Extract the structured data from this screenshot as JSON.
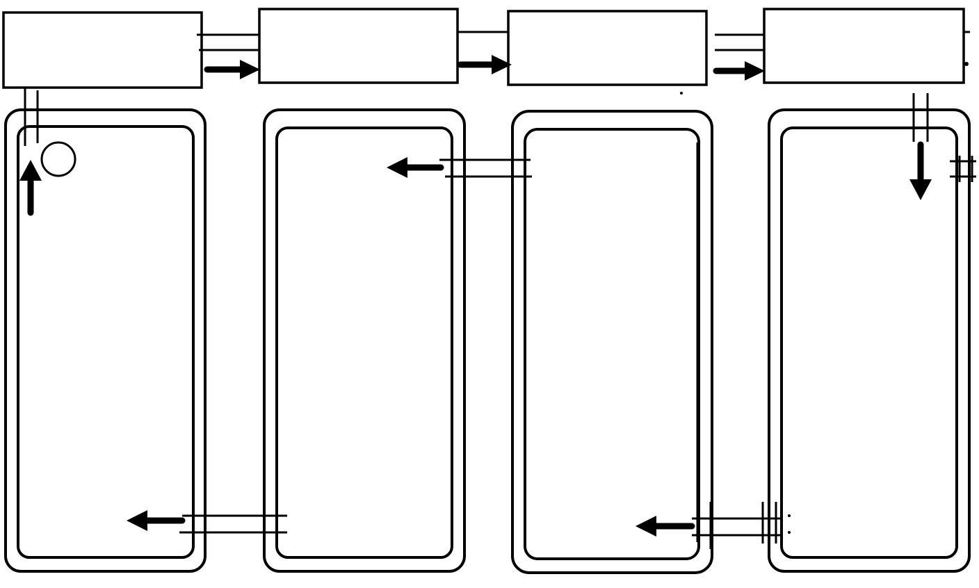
{
  "diagram": {
    "line_color": "#000000",
    "background": "#ffffff",
    "top_boxes": [
      {
        "id": "box-1"
      },
      {
        "id": "box-2"
      },
      {
        "id": "box-3"
      },
      {
        "id": "box-4"
      }
    ],
    "rooms": [
      {
        "id": "room-1"
      },
      {
        "id": "room-2"
      },
      {
        "id": "room-3"
      },
      {
        "id": "room-4"
      }
    ],
    "arrows": [
      {
        "id": "arrow-box1-to-box2",
        "direction": "right"
      },
      {
        "id": "arrow-box2-to-box3",
        "direction": "right"
      },
      {
        "id": "arrow-box3-to-box4",
        "direction": "right"
      },
      {
        "id": "arrow-room4-down",
        "direction": "down"
      },
      {
        "id": "arrow-room4-to-room3",
        "direction": "left"
      },
      {
        "id": "arrow-room3-to-room2",
        "direction": "left"
      },
      {
        "id": "arrow-room2-to-room1",
        "direction": "left"
      },
      {
        "id": "arrow-room1-up",
        "direction": "up"
      }
    ],
    "markers": [
      {
        "id": "circle-marker",
        "shape": "circle"
      }
    ]
  }
}
